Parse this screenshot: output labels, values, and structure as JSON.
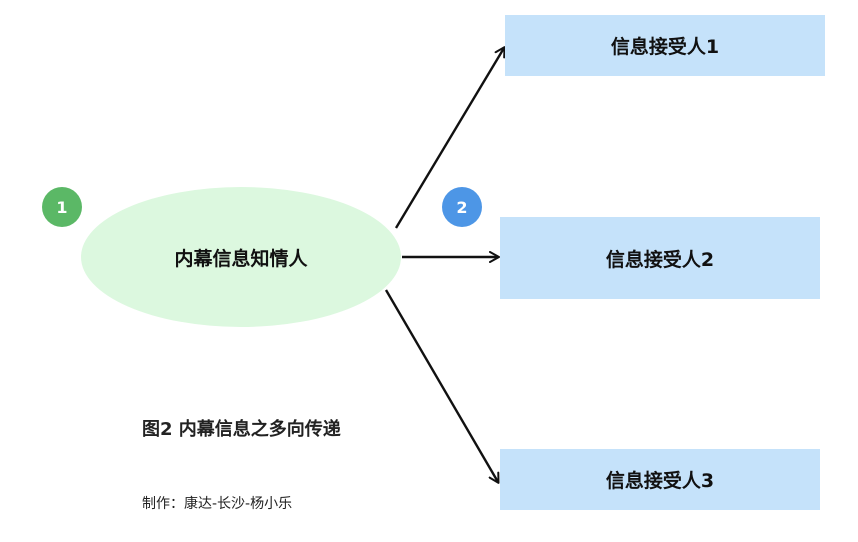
{
  "source_node": {
    "label": "内幕信息知情人",
    "fill": "#dcf8df"
  },
  "receivers": [
    {
      "label": "信息接受人1"
    },
    {
      "label": "信息接受人2"
    },
    {
      "label": "信息接受人3"
    }
  ],
  "badges": [
    {
      "label": "1",
      "color": "#5bb866"
    },
    {
      "label": "2",
      "color": "#4d96e6"
    }
  ],
  "caption": {
    "title": "图2 内幕信息之多向传递",
    "credit": "制作：康达-长沙-杨小乐"
  },
  "colors": {
    "receiver_fill": "#c5e2fa",
    "arrow": "#111111"
  }
}
